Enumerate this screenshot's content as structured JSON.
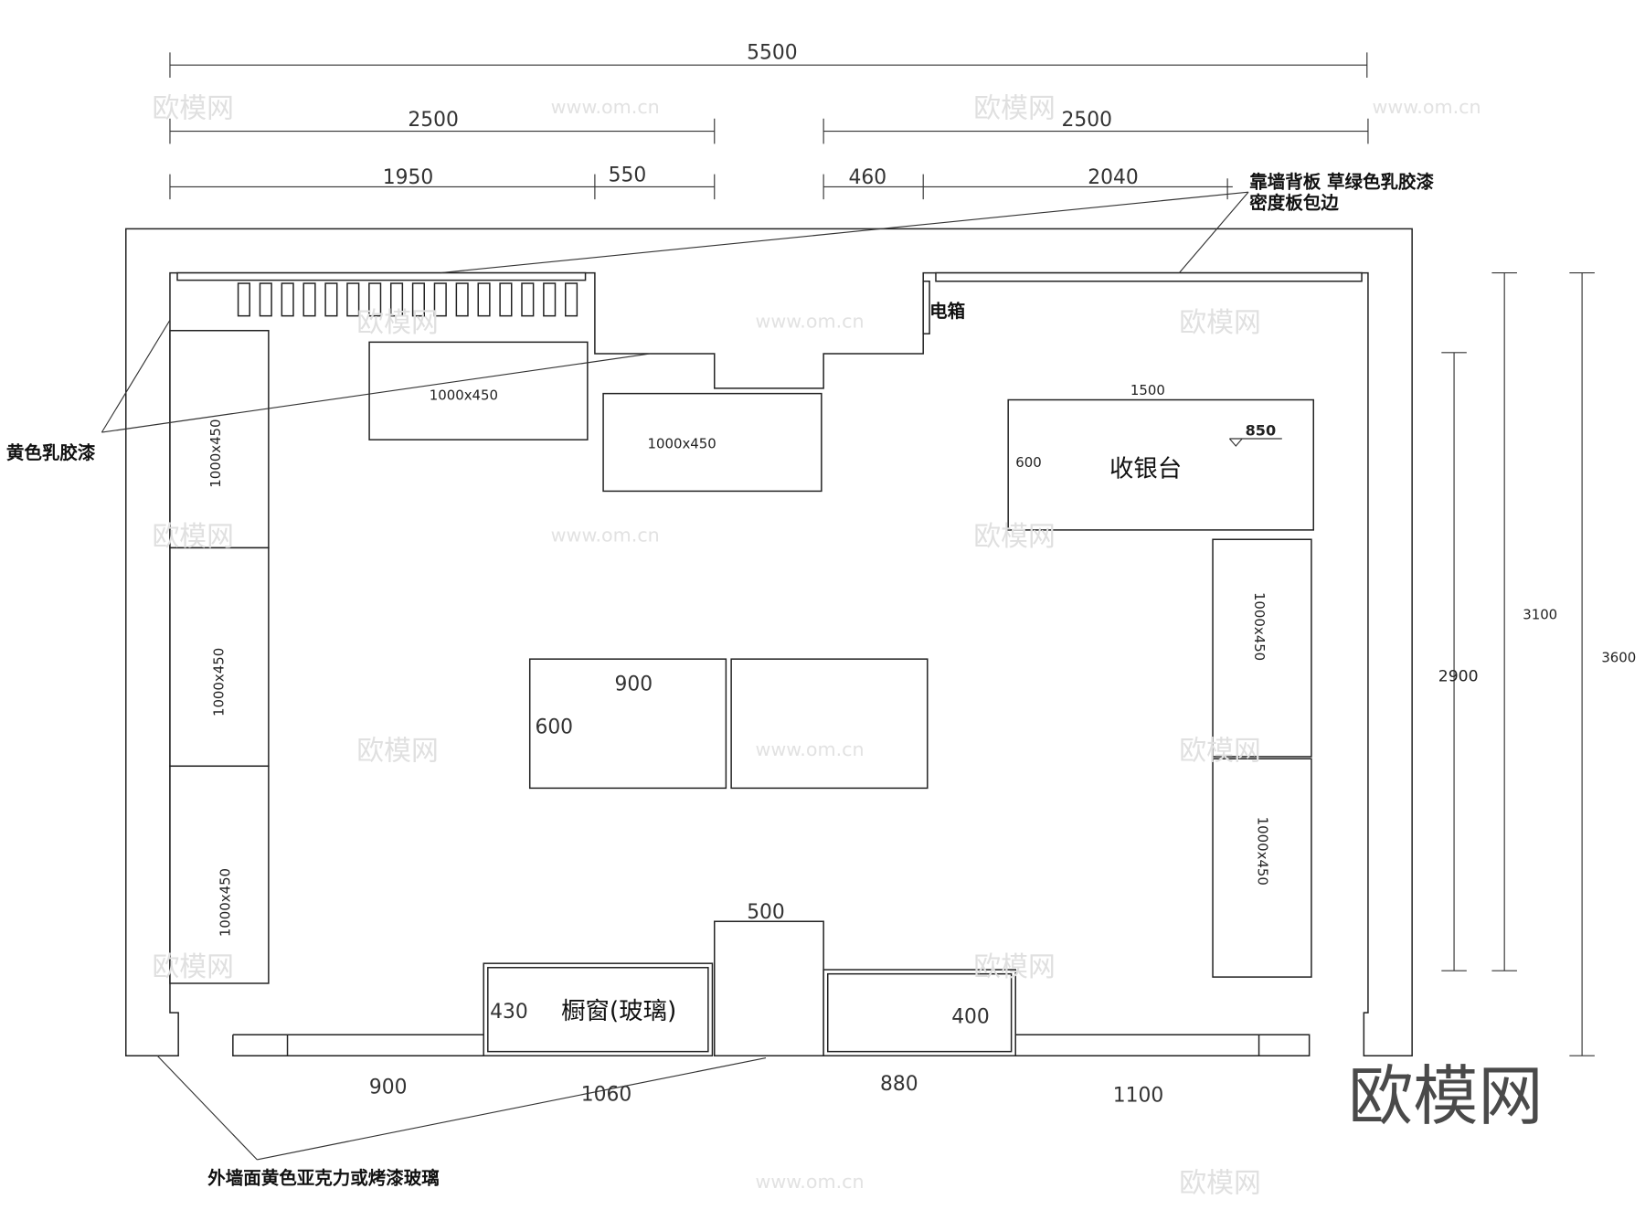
{
  "dimensions": {
    "overall_width": "5500",
    "left_half": "2500",
    "right_half": "2500",
    "left_a": "1950",
    "left_b": "550",
    "right_a": "460",
    "right_b": "2040",
    "height_inner": "2900",
    "height_mid": "3100",
    "height_total": "3600",
    "front_1": "900",
    "front_2": "1060",
    "front_3": "880",
    "front_4": "1100",
    "pillar": "500"
  },
  "furniture": {
    "top_table_1": "1000x450",
    "top_table_2": "1000x450",
    "left_cabinet_1": "1000x450",
    "left_cabinet_2": "1000x450",
    "left_cabinet_3": "1000x450",
    "right_cabinet_1": "1000x450",
    "right_cabinet_2": "1000x450",
    "center_table_width": "900",
    "center_table_depth": "600",
    "cashier_label": "收银台",
    "cashier_width": "1500",
    "cashier_depth": "600",
    "cashier_height": "850",
    "window_label": "橱窗(玻璃)",
    "window_depth_left": "430",
    "window_depth_right": "400"
  },
  "annotations": {
    "backboard_line1": "靠墙背板  草绿色乳胶漆",
    "backboard_line2": "密度板包边",
    "electric_box": "电箱",
    "yellow_paint": "黄色乳胶漆",
    "exterior_wall": "外墙面黄色亚克力或烤漆玻璃"
  },
  "watermark": {
    "logo": "欧模网",
    "url": "www.om.cn"
  },
  "colors": {
    "line": "#222222",
    "logo": "#4a4a4a",
    "watermark": "#e6e6e6"
  }
}
